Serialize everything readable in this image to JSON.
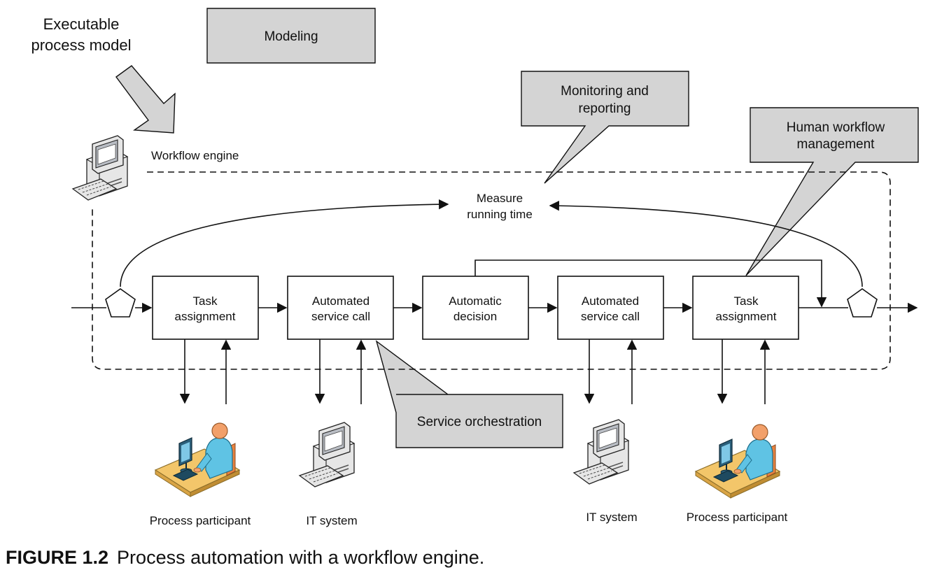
{
  "labels": {
    "executable_line1": "Executable",
    "executable_line2": "process model",
    "workflow_engine": "Workflow engine",
    "measure_line1": "Measure",
    "measure_line2": "running time"
  },
  "callouts": {
    "modeling": "Modeling",
    "monitoring_line1": "Monitoring and",
    "monitoring_line2": "reporting",
    "human_line1": "Human workflow",
    "human_line2": "management",
    "orchestration": "Service orchestration"
  },
  "activities": [
    {
      "line1": "Task",
      "line2": "assignment"
    },
    {
      "line1": "Automated",
      "line2": "service call"
    },
    {
      "line1": "Automatic",
      "line2": "decision"
    },
    {
      "line1": "Automated",
      "line2": "service call"
    },
    {
      "line1": "Task",
      "line2": "assignment"
    }
  ],
  "actors": {
    "participant_1": "Process participant",
    "it_system_1": "IT system",
    "it_system_2": "IT system",
    "participant_2": "Process participant"
  },
  "caption": {
    "number": "FIGURE 1.2",
    "text": "Process automation with a workflow engine."
  },
  "colors": {
    "callout_fill": "#d4d4d4",
    "person_body": "#5fc3e4",
    "person_skin": "#f2a06a",
    "desk": "#f3c66a",
    "computer_body": "#e6e6e6"
  },
  "icons": [
    "workflow-engine-computer-icon",
    "person-at-desk-icon",
    "it-system-computer-icon",
    "start-event-pentagon-icon",
    "end-event-pentagon-icon"
  ]
}
